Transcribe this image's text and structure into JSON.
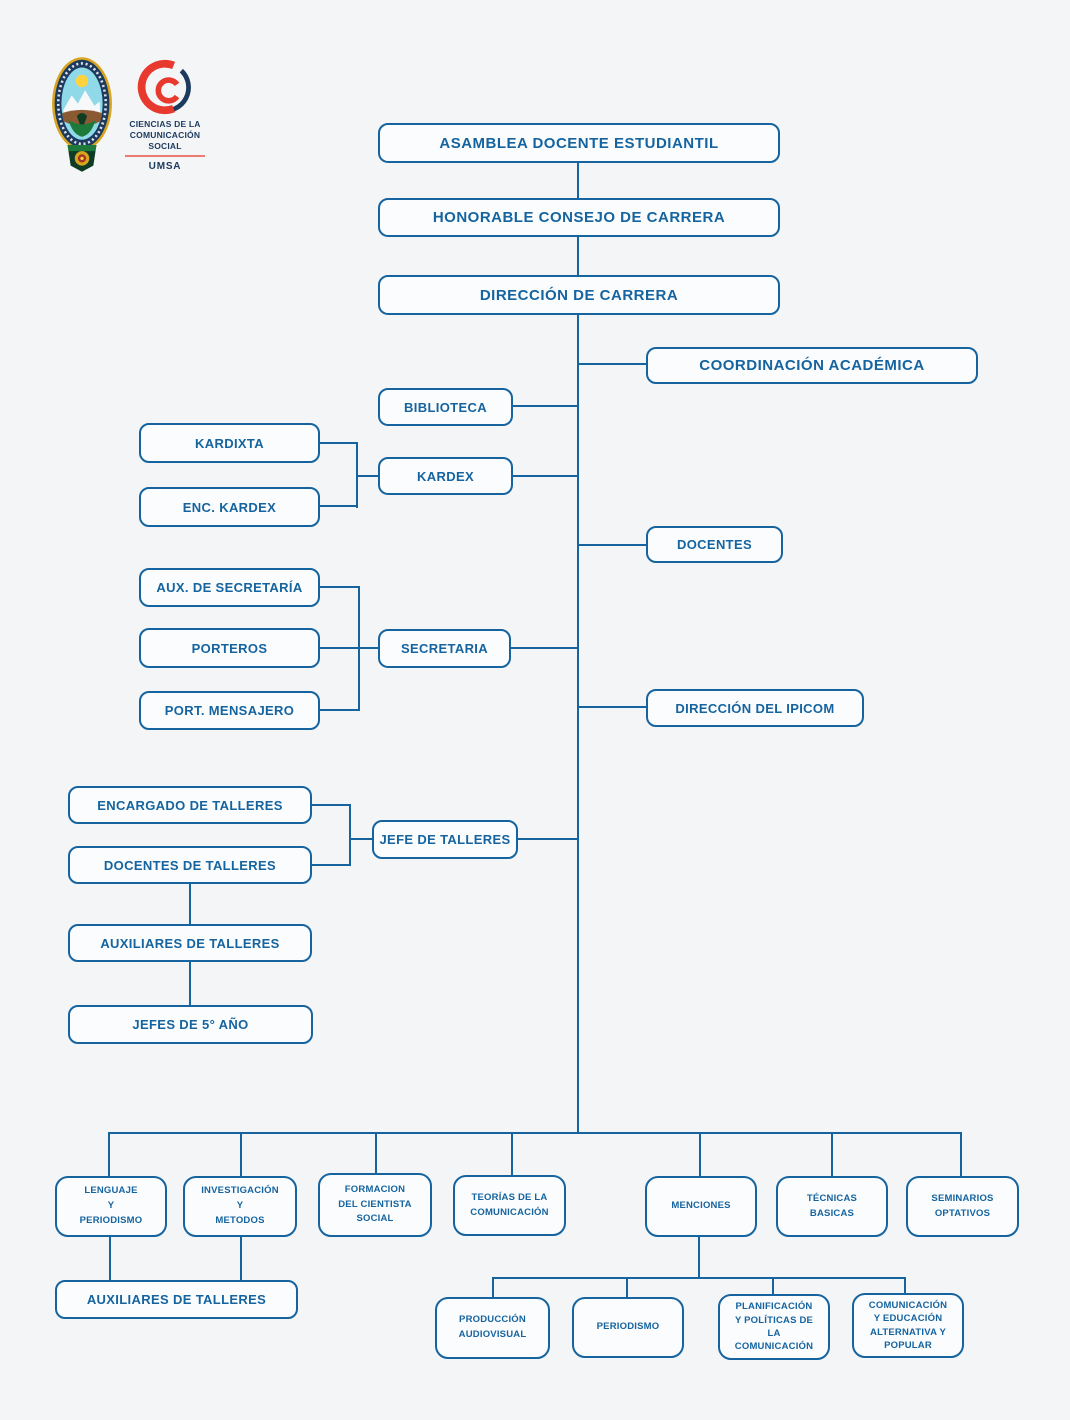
{
  "page": {
    "title": "Organigrama Carrera Ciencias de la Comunicación Social",
    "background": "#f3f5f7",
    "box_fill": "#fbfcfe",
    "accent": "#15649f"
  },
  "logo": {
    "org_lines": "CIENCIAS DE LA\nCOMUNICACIÓN\nSOCIAL",
    "university": "UMSA",
    "navy": "#1c3a5e",
    "red": "#e8392e",
    "emblem_icon": "umsa-coat-of-arms",
    "mark_icon": "c-swoosh-logo"
  },
  "nodes": {
    "asamblea": "ASAMBLEA DOCENTE ESTUDIANTIL",
    "honorable": "HONORABLE CONSEJO DE CARRERA",
    "direccion_carrera": "DIRECCIÓN DE CARRERA",
    "coordinacion_academica": "COORDINACIÓN ACADÉMICA",
    "biblioteca": "BIBLIOTECA",
    "kardixta": "KARDIXTA",
    "kardex": "KARDEX",
    "enc_kardex": "ENC. KARDEX",
    "docentes": "DOCENTES",
    "aux_secretaria": "AUX. DE SECRETARÍA",
    "porteros": "PORTEROS",
    "secretaria": "SECRETARIA",
    "port_mensajero": "PORT. MENSAJERO",
    "direccion_ipicom": "DIRECCIÓN DEL IPICOM",
    "encargado_talleres": "ENCARGADO DE TALLERES",
    "jefe_talleres": "JEFE DE TALLERES",
    "docentes_talleres": "DOCENTES DE TALLERES",
    "auxiliares_talleres": "AUXILIARES DE TALLERES",
    "jefes_5to": "JEFES DE 5° AÑO",
    "lenguaje_periodismo": "LENGUAJE\nY\nPERIODISMO",
    "investigacion_metodos": "INVESTIGACIÓN\nY\nMETODOS",
    "formacion_cientista": "FORMACION\nDEL CIENTISTA\nSOCIAL",
    "teorias_comunicacion": "TEORÍAS DE LA\nCOMUNICACIÓN",
    "menciones": "MENCIONES",
    "tecnicas_basicas": "TÉCNICAS\nBASICAS",
    "seminarios_optativos": "SEMINARIOS\nOPTATIVOS",
    "auxiliares_talleres_2": "AUXILIARES DE TALLERES",
    "produccion_audiovisual": "PRODUCCIÓN\nAUDIOVISUAL",
    "periodismo": "PERIODISMO",
    "planificacion_politicas": "PLANIFICACIÓN\nY POLÍTICAS DE\nLA\nCOMUNICACIÓN",
    "comunicacion_popular": "COMUNICACIÓN\nY EDUCACIÓN\nALTERNATIVA Y\nPOPULAR"
  }
}
